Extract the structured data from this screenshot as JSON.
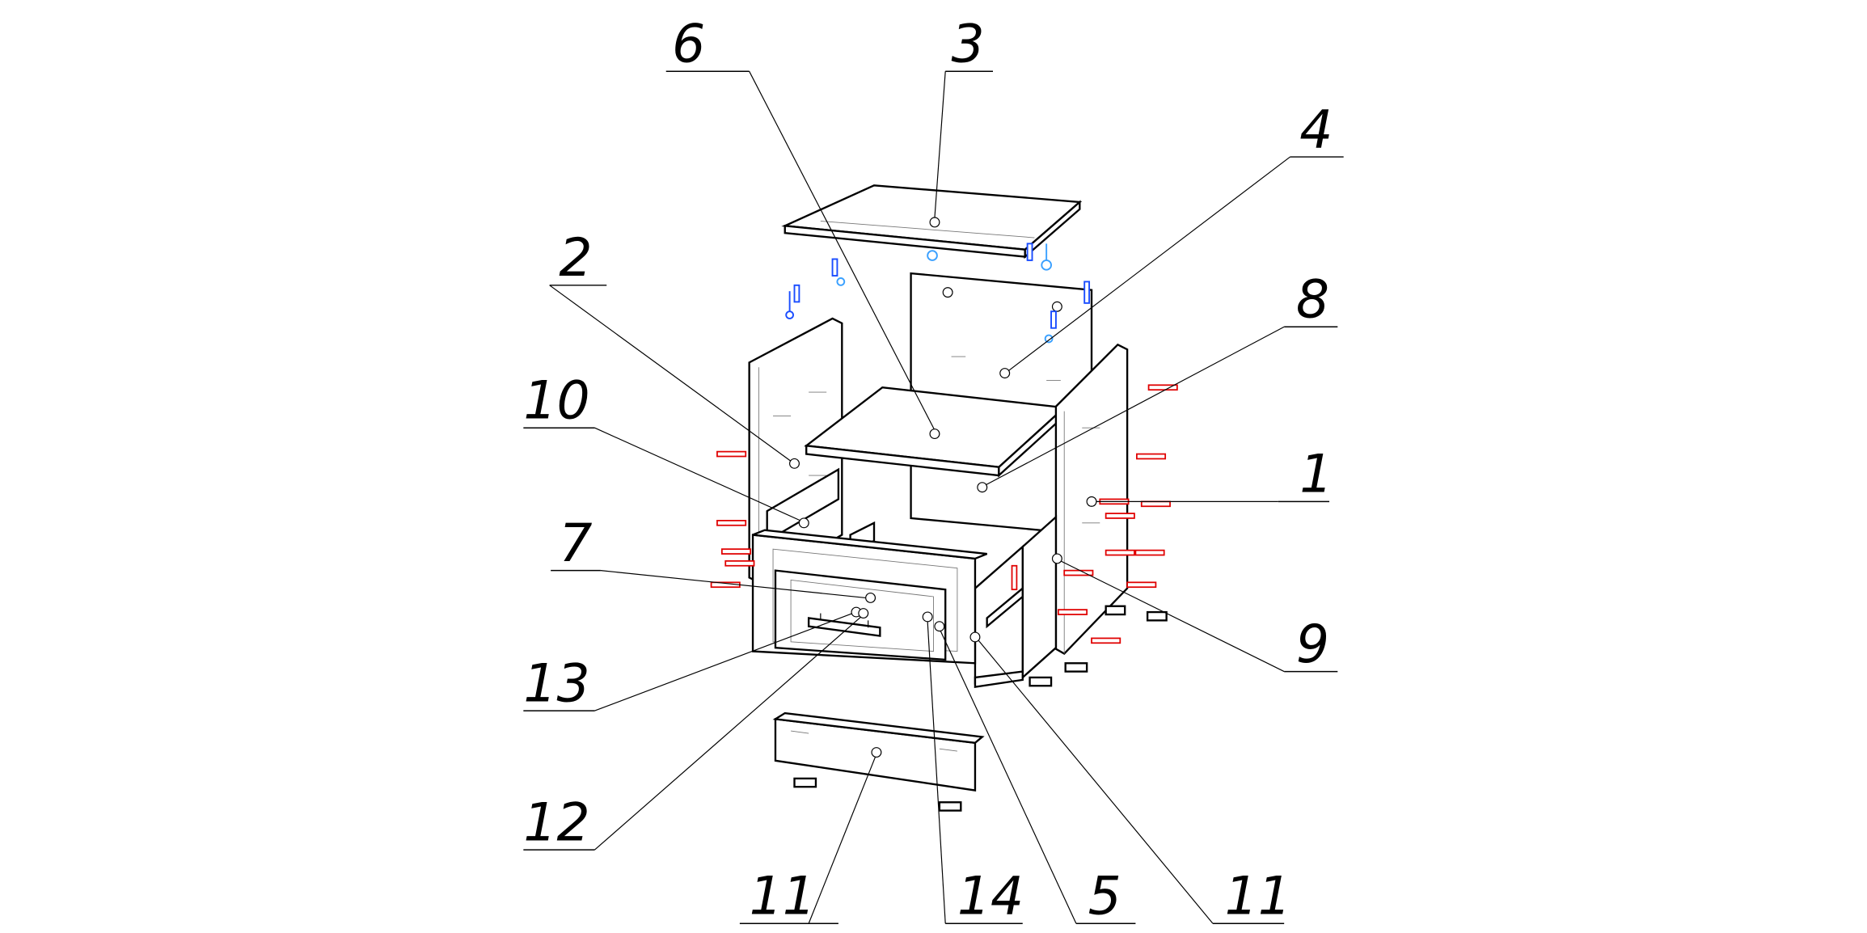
{
  "diagram": {
    "title": "Exploded assembly view of cabinet",
    "callouts": {
      "c6": "6",
      "c3": "3",
      "c4": "4",
      "c2": "2",
      "c8": "8",
      "c10": "10",
      "c1": "1",
      "c7": "7",
      "c9": "9",
      "c13": "13",
      "c12": "12",
      "c11a": "11",
      "c14": "14",
      "c5": "5",
      "c11b": "11"
    },
    "colors": {
      "line": "#000000",
      "confirmat_screws": "#e00000",
      "cam_fittings": "#1a4dff",
      "dowels": "#3aa0ff"
    }
  }
}
